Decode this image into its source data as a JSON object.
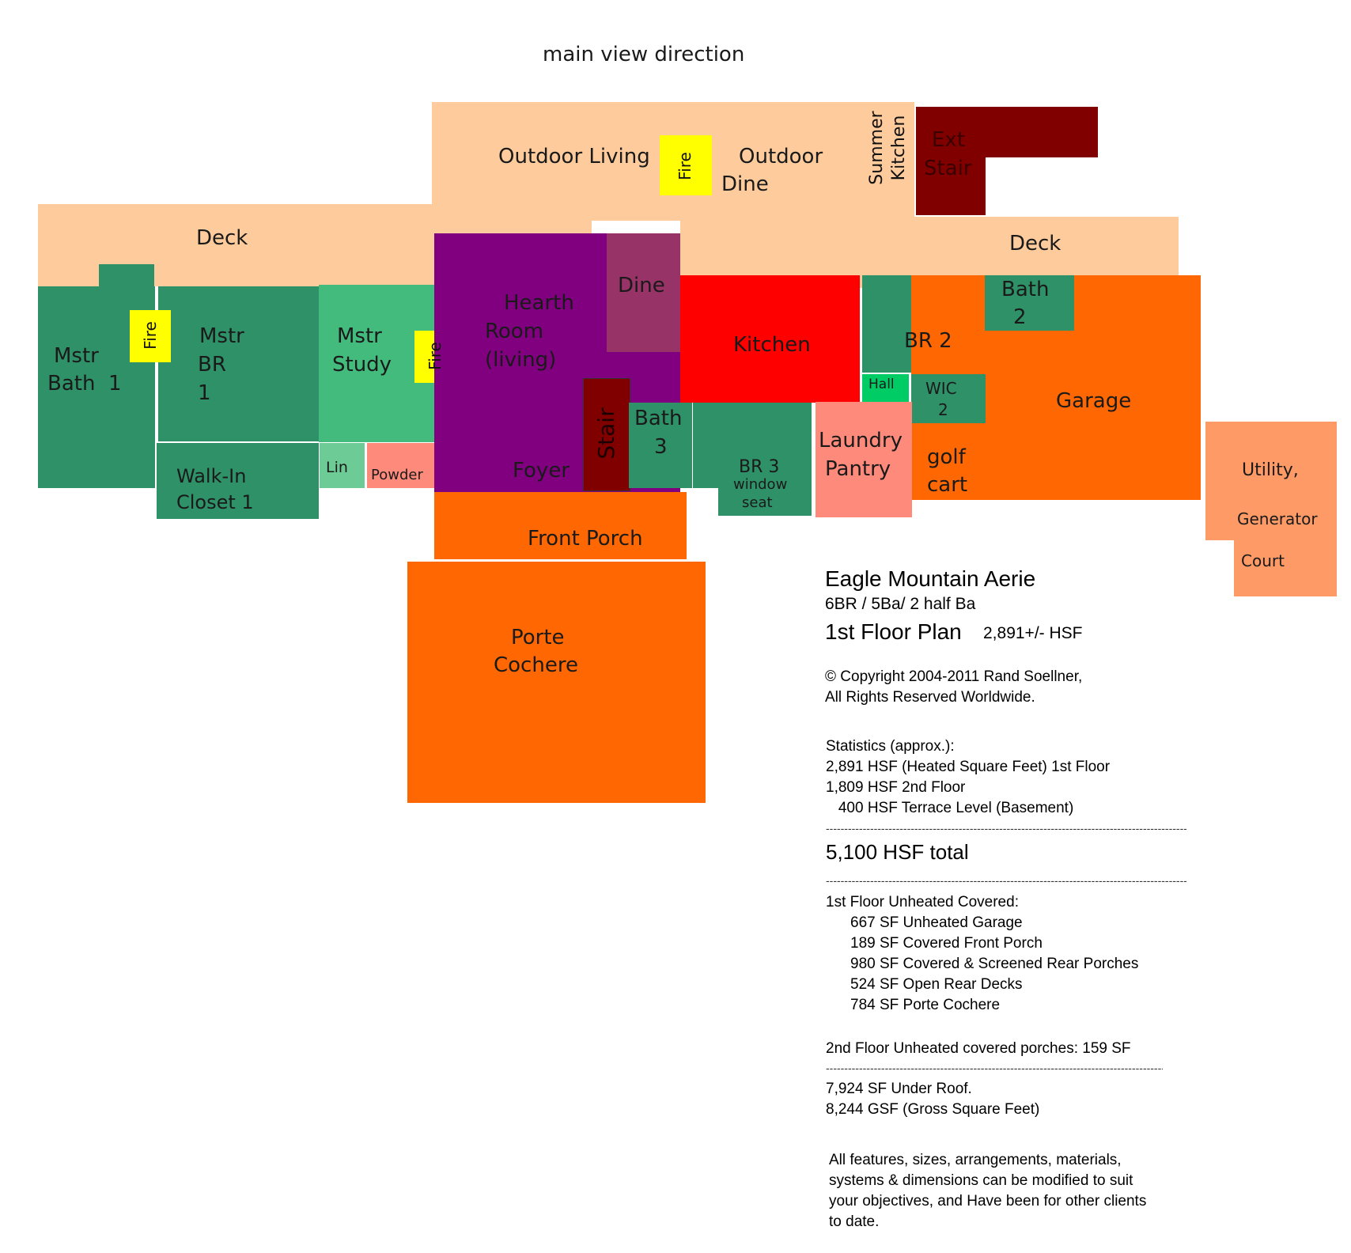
{
  "view_direction": "main view direction",
  "colors": {
    "porch": "#fdcb9c",
    "dark_green": "#2e9168",
    "light_green": "#42bb7d",
    "purple": "#800080",
    "plum": "#973366",
    "red": "#fe0000",
    "orange": "#fe6702",
    "salmon": "#fe8a7c",
    "light_orange": "#fe9a66",
    "fire_yellow": "#ffff00",
    "maroon": "#800000",
    "mint": "#6dcc96",
    "bright_green": "#00cc66"
  },
  "rooms": {
    "outdoor_living": "Outdoor Living",
    "fire_top": "Fire",
    "outdoor_dine": [
      "Outdoor",
      "Dine"
    ],
    "summer_kitchen": [
      "Summer",
      "Kitchen"
    ],
    "ext_stair": [
      "Ext",
      "Stair"
    ],
    "deck_left": "Deck",
    "deck_right": "Deck",
    "mstr_bath": [
      "Mstr",
      "Bath  1"
    ],
    "fire_left": "Fire",
    "mstr_br": [
      "Mstr",
      "BR",
      "1"
    ],
    "mstr_study": [
      "Mstr",
      "Study"
    ],
    "fire_mid": "Fire",
    "walk_in_closet": [
      "Walk-In",
      "Closet 1"
    ],
    "lin": "Lin",
    "powder": "Powder",
    "hearth_room": [
      "Hearth",
      "Room",
      "(living)"
    ],
    "dine": "Dine",
    "stair": "Stair",
    "foyer": "Foyer",
    "bath3": [
      "Bath",
      "3"
    ],
    "kitchen": "Kitchen",
    "br3": "BR 3",
    "window_seat": [
      "window",
      "seat"
    ],
    "br2": "BR 2",
    "bath2": [
      "Bath",
      "2"
    ],
    "hall": "Hall",
    "wic2": [
      "WIC",
      "2"
    ],
    "laundry": [
      "Laundry",
      "Pantry"
    ],
    "golf_cart": [
      "golf",
      "cart"
    ],
    "garage": "Garage",
    "front_porch": "Front Porch",
    "porte_cochere": [
      "Porte",
      "Cochere"
    ],
    "utility": [
      "Utility,",
      "Generator",
      "Court"
    ]
  },
  "info": {
    "title": "Eagle Mountain Aerie",
    "subtitle": "6BR / 5Ba/ 2 half Ba",
    "floor": "1st Floor Plan",
    "floor_hsf": "2,891+/- HSF",
    "copyright": [
      "© Copyright 2004-2011 Rand Soellner,",
      "All Rights Reserved Worldwide."
    ],
    "stats_heading": "Statistics (approx.):",
    "stats": [
      "2,891 HSF (Heated Square Feet) 1st Floor",
      "1,809 HSF 2nd Floor",
      "   400 HSF Terrace Level (Basement)"
    ],
    "total": "5,100 HSF total",
    "unheated_heading": "1st Floor Unheated Covered:",
    "unheated": [
      "667 SF Unheated Garage",
      "189 SF Covered Front Porch",
      "980 SF Covered & Screened Rear Porches",
      "524 SF Open Rear Decks",
      "784 SF Porte Cochere"
    ],
    "second_floor_porches": "2nd Floor Unheated covered porches: 159 SF",
    "under_roof": "7,924 SF Under Roof.",
    "gross": "8,244 GSF (Gross Square Feet)",
    "disclaimer": [
      "All features, sizes, arrangements, materials,",
      "systems & dimensions can be modified to suit",
      "your objectives, and Have been for other clients",
      "to date."
    ],
    "dashes": "------------------------------------------------------------------------------------------------------------------------------------------"
  }
}
